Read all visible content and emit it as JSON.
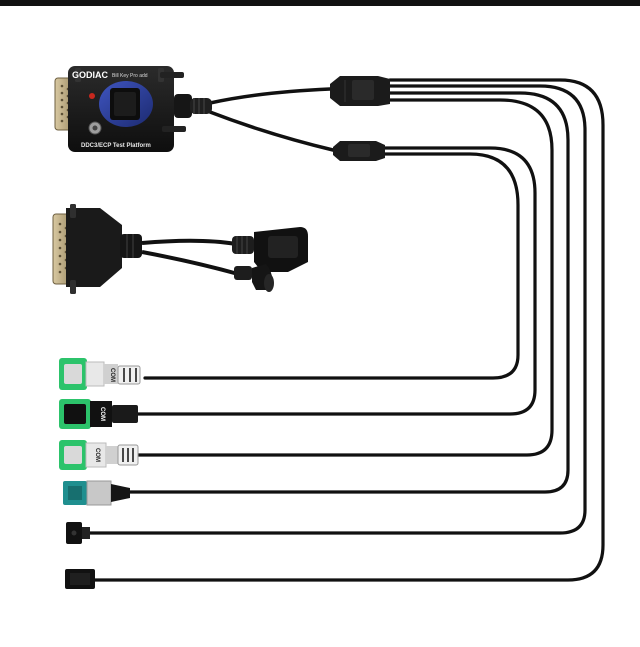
{
  "product": {
    "brand": "GODIAC",
    "model": "Bill Key Pro add",
    "platform_label": "DDC3/ECP Test Platform"
  },
  "connectors": [
    {
      "id": "com-1",
      "label": "COM",
      "color": "#2cc36b"
    },
    {
      "id": "com-2",
      "label": "COM",
      "color": "#2cc36b"
    },
    {
      "id": "com-3",
      "label": "COM",
      "color": "#2cc36b"
    },
    {
      "id": "teal",
      "label": "",
      "color": "#1f8f8f"
    },
    {
      "id": "black-small",
      "label": "",
      "color": "#111111"
    },
    {
      "id": "black-box",
      "label": "",
      "color": "#111111"
    }
  ],
  "colors": {
    "cable": "#111111",
    "device": "#1b1b1b",
    "accent_blue": "#2a3f9c",
    "metal": "#b9a57a"
  }
}
